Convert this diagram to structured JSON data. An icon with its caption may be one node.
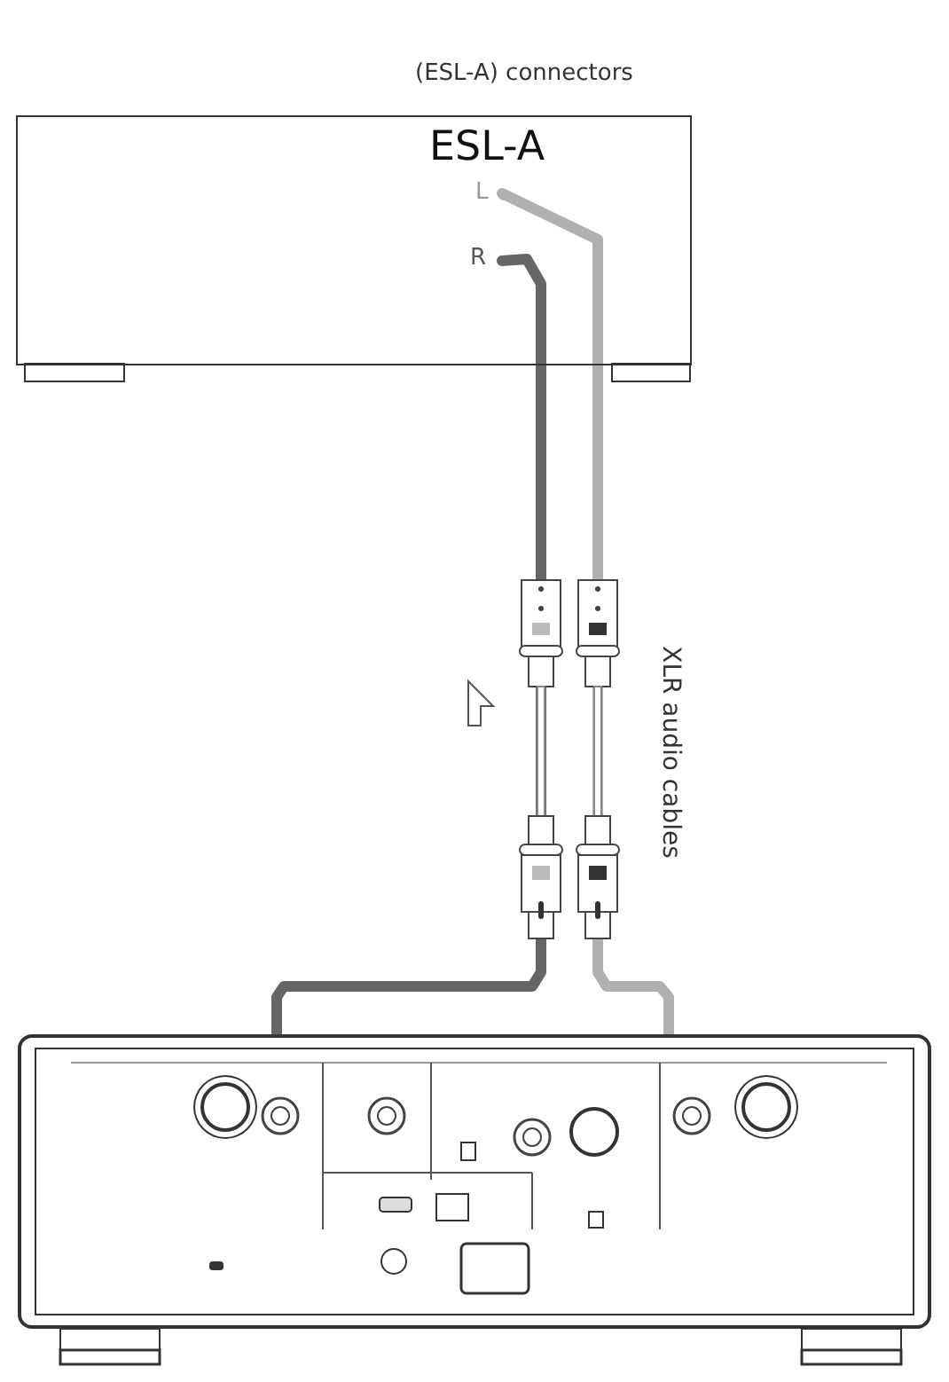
{
  "diagram": {
    "nodes": [
      {
        "text": [
          "ESL-A"
        ]
      },
      {
        "text": [
          "L"
        ],
        "in": 0
      },
      {
        "text": [
          "R"
        ],
        "in": 0
      },
      {
        "text": [],
        "shape": "box"
      },
      {
        "text": [],
        "shape": "circle",
        "in": 3
      },
      {
        "text": [],
        "shape": "circle",
        "in": 3
      }
    ],
    "edges": [
      {
        "from": 2,
        "to": 4,
        "arrow": "none",
        "color": "#666666"
      },
      {
        "from": 1,
        "to": 5,
        "arrow": "none",
        "color": "#b0b0b0"
      }
    ],
    "labels": [
      "(ESL-A) connectors",
      "XLR audio cables"
    ]
  }
}
